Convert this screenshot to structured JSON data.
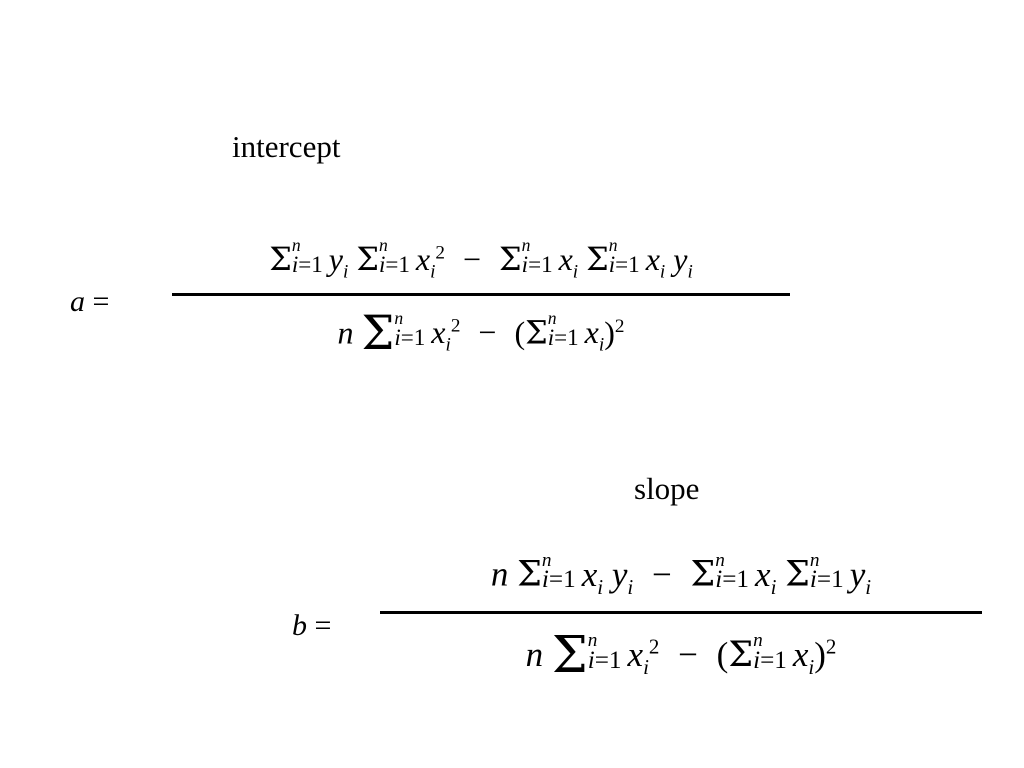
{
  "intercept": {
    "label": "intercept",
    "lhs": "a",
    "equals": "=",
    "numerator": "Σⁿᵢ₌₁ yᵢ Σⁿᵢ₌₁ xᵢ² − Σⁿᵢ₌₁ xᵢ Σⁿᵢ₌₁ xᵢ yᵢ",
    "denominator": "n Σⁿᵢ₌₁ xᵢ² − (Σⁿᵢ₌₁ xᵢ)²"
  },
  "slope": {
    "label": "slope",
    "lhs": "b",
    "equals": "=",
    "numerator": "n Σⁿᵢ₌₁ xᵢ yᵢ − Σⁿᵢ₌₁ xᵢ Σⁿᵢ₌₁ yᵢ",
    "denominator": "n Σⁿᵢ₌₁ xᵢ² − (Σⁿᵢ₌₁ xᵢ)²"
  }
}
